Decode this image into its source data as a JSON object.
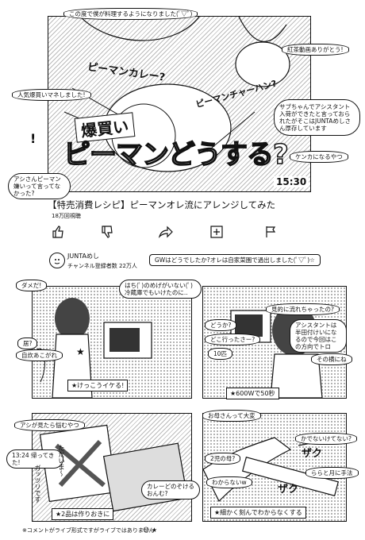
{
  "top_panel": {
    "bubble_1": "この度で僕が料理するようになりました(ﾟ▽ﾟ)",
    "bubble_2": "人気爆買いマネしました!",
    "bubble_3": "紅茶動画ありがとう!",
    "bubble_4": "サブちゃんでアシスタント入荷ができたと言っておられたがそこはJUNTAめしさん厚存しています",
    "bubble_5": "ケンカになるやつ",
    "bubble_6": "アシさんピーマン嫌いって言ってなかった?",
    "shout_1": "ピーマンカレー?",
    "shout_2": "ピーマンチャーハン?",
    "exclaim": "!",
    "title_small": "爆買い",
    "title_big": "ピーマンどうする?",
    "timestamp": "15:30"
  },
  "video_info": {
    "title": "【特売消費レシピ】ピーマンオレ流にアレンジしてみた",
    "views": "18万回視聴",
    "channel_name": "JUNTAめし",
    "subscribers": "チャンネル登録者数 22万人",
    "description_bubble": "GWはどうでしたか?オレは自家菜園で過出しました(ﾟ▽ﾟ)☆"
  },
  "panel_a": {
    "bubble_1": "ダメだ!",
    "bubble_2": "はち(ﾟ)のめげがいない(ﾟ)冷蔵庫でもいけたのに..",
    "bubble_3": "自炊あこがれ",
    "bubble_4": "居?",
    "caption": "けっこうイケる!"
  },
  "panel_b": {
    "bubble_1": "見的に流れちゃったの?",
    "bubble_2": "どうか?",
    "bubble_3": "どこ行ったさー?",
    "bubble_4": "10匹",
    "bubble_5": "アシスタントは半田付けいになるので今回はこの方向でトロ",
    "bubble_6": "その横にね",
    "caption": "600Wで50秒"
  },
  "panel_c": {
    "bubble_1": "アシが見たら悩むやつ",
    "bubble_2": "13:24 帰ってきた!",
    "vertical_1": "ただいま〜",
    "vertical_2": "ガッツリです",
    "bubble_3": "カレーどのぞけるおんむ?",
    "caption": "2品は作りおきに"
  },
  "panel_d": {
    "bubble_1": "お母さんって大変",
    "bubble_2": "2児の母?",
    "bubble_3": "わからないw",
    "bubble_4": "かでないけてない?",
    "bubble_5": "ららと月に手法",
    "sfx_1": "ザク",
    "sfx_2": "ザク",
    "caption": "細かく刻んでわからなくする"
  },
  "footer": {
    "note": "※コメントがライブ形式ですがライブではありません",
    "marks": "☺ ★"
  }
}
